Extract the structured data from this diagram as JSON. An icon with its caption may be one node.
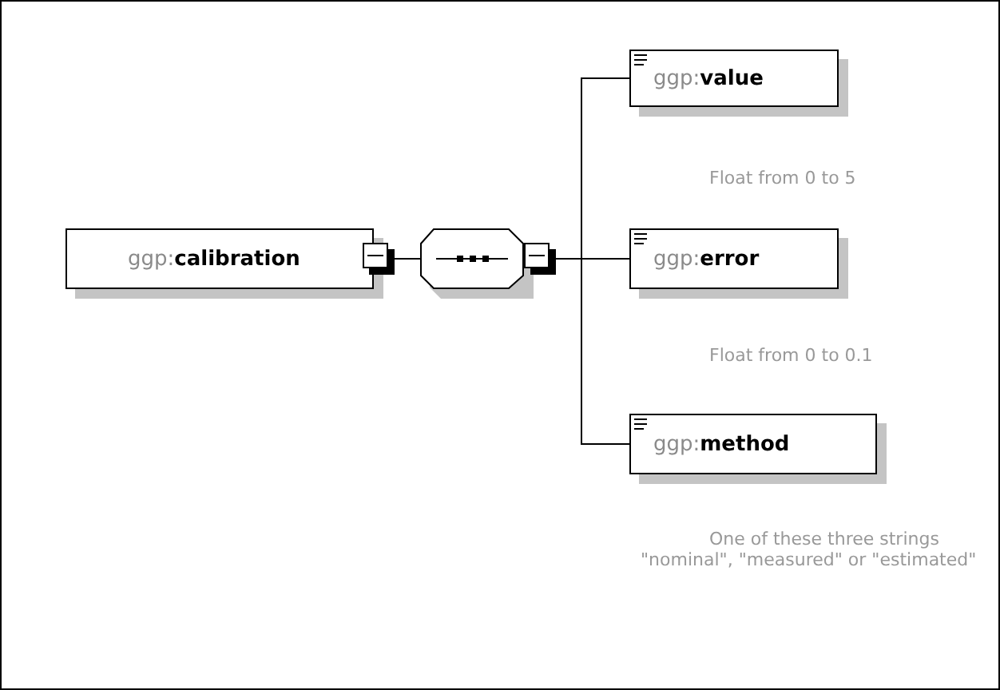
{
  "diagram": {
    "nodes": [
      {
        "text": [
          "ggp:**calibration**"
        ]
      },
      {
        "text": [],
        "shape": "octagon"
      },
      {
        "text": [
          "ggp:**value**"
        ],
        "beside": [
          "Float from 0 to 5"
        ]
      },
      {
        "text": [
          "ggp:**error**"
        ],
        "beside": [
          "Float from 0 to 0.1"
        ]
      },
      {
        "text": [
          "ggp:**method**"
        ],
        "beside": [
          "One of these three strings \"nominal\", \"measured\" or \"estimated\""
        ]
      }
    ],
    "edges": [
      {
        "from": 0,
        "to": 1,
        "arrow": "none"
      },
      {
        "from": 1,
        "to": 2,
        "arrow": "none"
      },
      {
        "from": 1,
        "to": 3,
        "arrow": "none"
      },
      {
        "from": 1,
        "to": 4,
        "arrow": "none"
      }
    ]
  }
}
